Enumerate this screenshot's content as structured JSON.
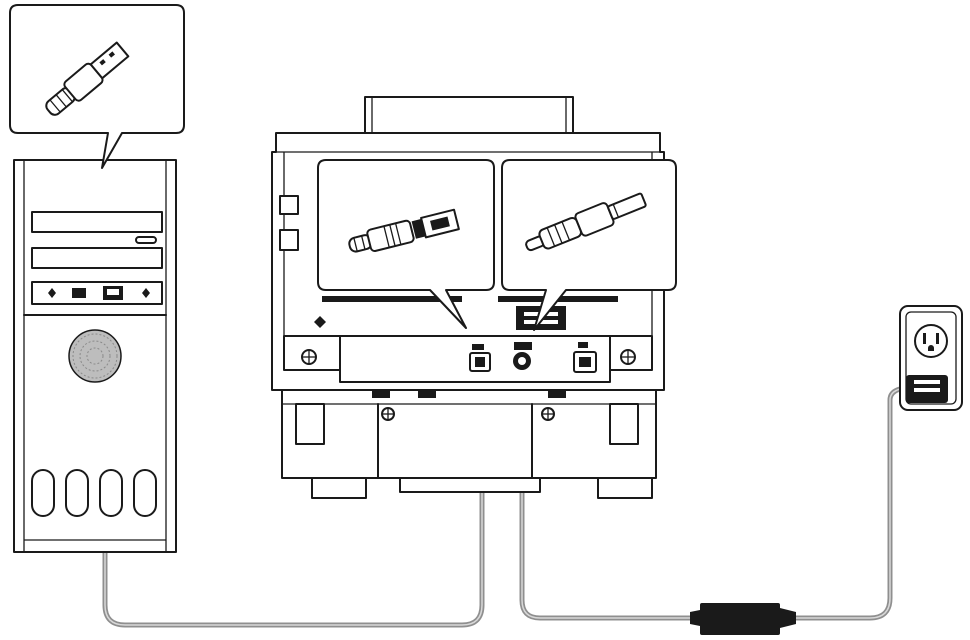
{
  "diagram": {
    "components": [
      {
        "id": "computer",
        "icon": "computer-tower-icon"
      },
      {
        "id": "scanner",
        "icon": "scanner-rear-icon"
      },
      {
        "id": "power-adapter",
        "icon": "power-adapter-icon"
      },
      {
        "id": "wall-outlet",
        "icon": "wall-outlet-icon"
      }
    ],
    "callouts": [
      {
        "id": "usb-a-connector",
        "icon": "usb-a-plug-icon",
        "points_to": "computer"
      },
      {
        "id": "usb-b-connector",
        "icon": "usb-b-plug-icon",
        "points_to": "scanner"
      },
      {
        "id": "dc-connector",
        "icon": "dc-plug-icon",
        "points_to": "scanner"
      }
    ],
    "connections": [
      {
        "from": "computer",
        "to": "scanner",
        "cable": "usb-cable"
      },
      {
        "from": "scanner",
        "to": "wall-outlet",
        "cable": "power-cable",
        "via": "power-adapter"
      }
    ],
    "colors": {
      "line": "#1a1a1a",
      "cable": "#8f8f8f",
      "background": "#ffffff"
    }
  }
}
